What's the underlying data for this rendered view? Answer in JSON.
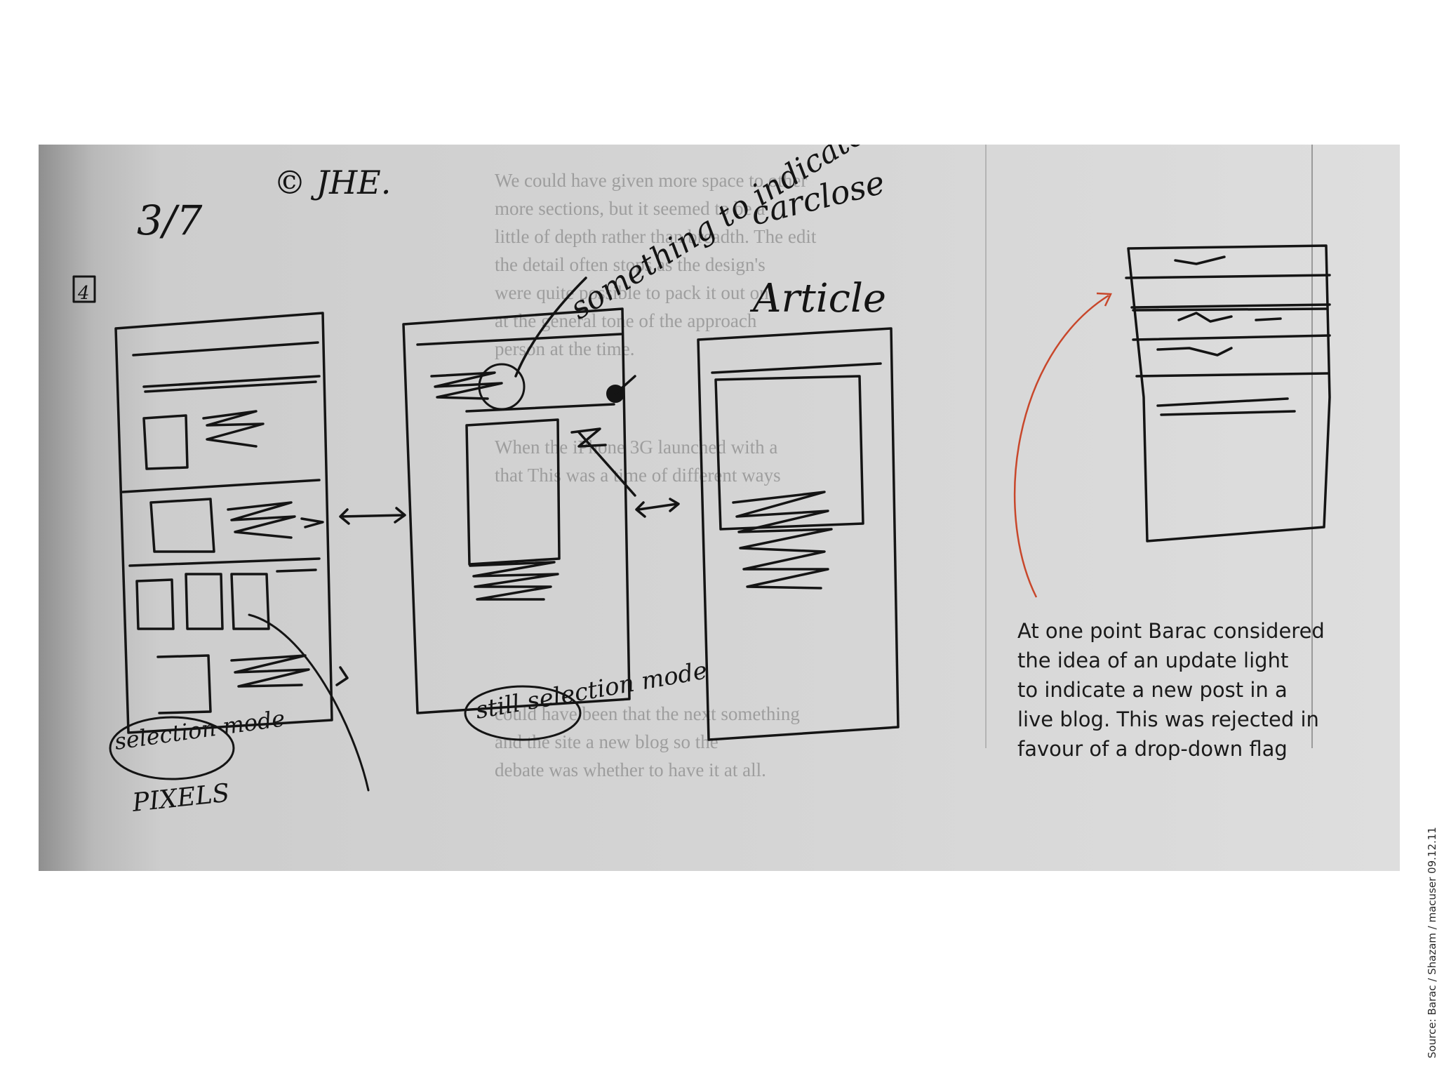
{
  "slide": {
    "caption": "At one point Barac considered\nthe idea of an update light\nto indicate a new post in a\nlive blog. This was rejected in\nfavour of a drop-down flag",
    "source_credit": "Source: Barac / Shazam / macuser 09.12.11"
  },
  "sketch": {
    "date": "3/7",
    "copyright": "© JHE.",
    "page_number": "4",
    "note_indicate": "something to indicate",
    "note_carclose": "carclose",
    "note_article": "Article",
    "note_selection_mode": "selection mode",
    "note_pixels": "PIXELS",
    "note_still_selection_mode": "still selection mode"
  },
  "book_text": {
    "lines": [
      "We could have given more space to other",
      "more sections, but it seemed to be a",
      "little of depth rather than breadth. The edit",
      "the detail often stops as the design's",
      "were quite possible to pack it out on",
      "at the general tone of the approach",
      "person at the time.",
      "When the iPhone 3G launched with a",
      "that This was a time of different ways",
      "could have been that the next something",
      "and the site a new blog so the",
      "debate was whether to have it at all."
    ]
  },
  "colors": {
    "background": "#ffffff",
    "paper": "#cfcfcf",
    "ink": "#141414",
    "arrow": "#c8472b",
    "caption_text": "#1a1a1a"
  }
}
